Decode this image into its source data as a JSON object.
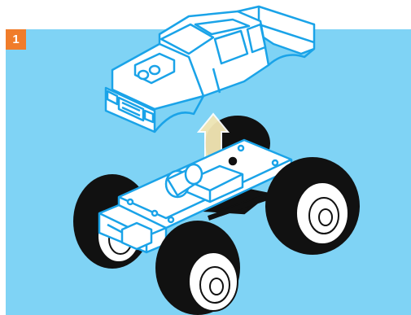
{
  "step": {
    "number": "1"
  },
  "colors": {
    "panel_background": "#7fd3f5",
    "badge_background": "#f07c2a",
    "badge_text": "#ffffff",
    "outline_blue": "#1aa3e8",
    "tire_black": "#111111",
    "lift_arrow": "#f3e6b4"
  },
  "illustration": {
    "body_shell": "pickup-truck-body",
    "chassis": "monster-truck-chassis",
    "action": "lift-body-off-chassis",
    "arrow_direction": "up"
  }
}
